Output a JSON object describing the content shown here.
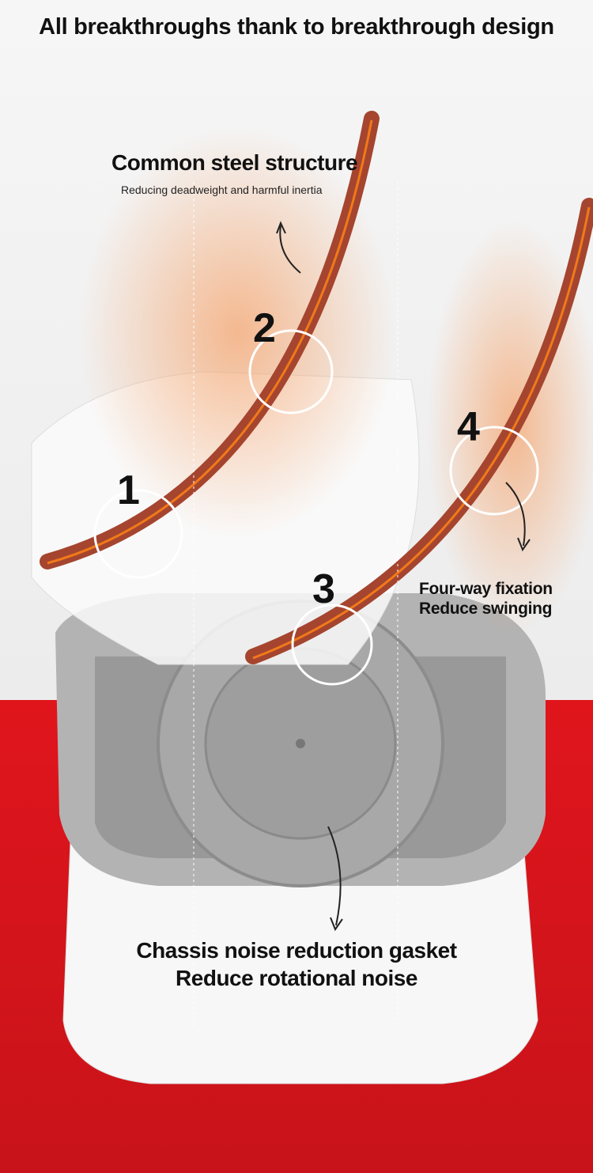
{
  "headline": "All breakthroughs thank to breakthrough design",
  "steel": {
    "title": "Common steel structure",
    "subtitle": "Reducing deadweight and harmful inertia"
  },
  "fixation": {
    "line1": "Four-way fixation",
    "line2": "Reduce swinging"
  },
  "chassis": {
    "line1": "Chassis noise reduction gasket",
    "line2": "Reduce rotational noise"
  },
  "markers": [
    "1",
    "2",
    "3",
    "4"
  ],
  "colors": {
    "red": "#d9161c",
    "copper": "#a5452f",
    "orange": "#f07a1a",
    "gray": "#a9a9a9"
  }
}
